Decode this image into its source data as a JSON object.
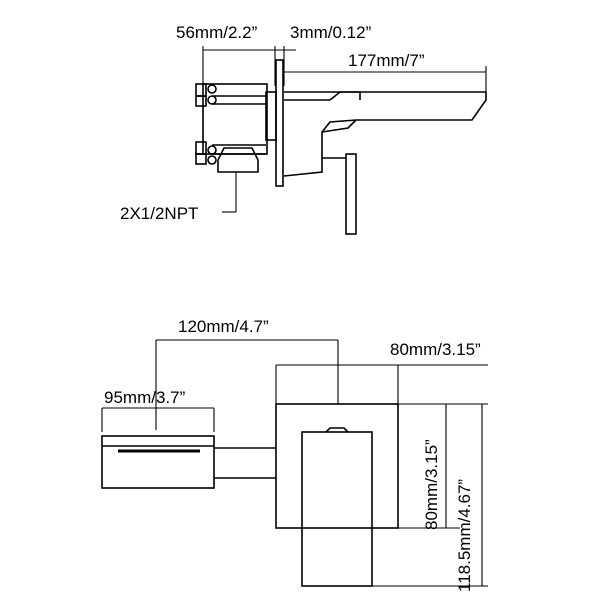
{
  "side_view": {
    "dim_body_depth": "56mm/2.2”",
    "dim_plate_thickness": "3mm/0.12”",
    "dim_spout_length": "177mm/7”",
    "connection_label": "2X1/2NPT"
  },
  "front_view": {
    "dim_handle_offset": "120mm/4.7”",
    "dim_plate_width": "80mm/3.15”",
    "dim_spout_width": "95mm/3.7”",
    "dim_plate_height": "80mm/3.15”",
    "dim_overall_height": "118.5mm/4.67”"
  }
}
